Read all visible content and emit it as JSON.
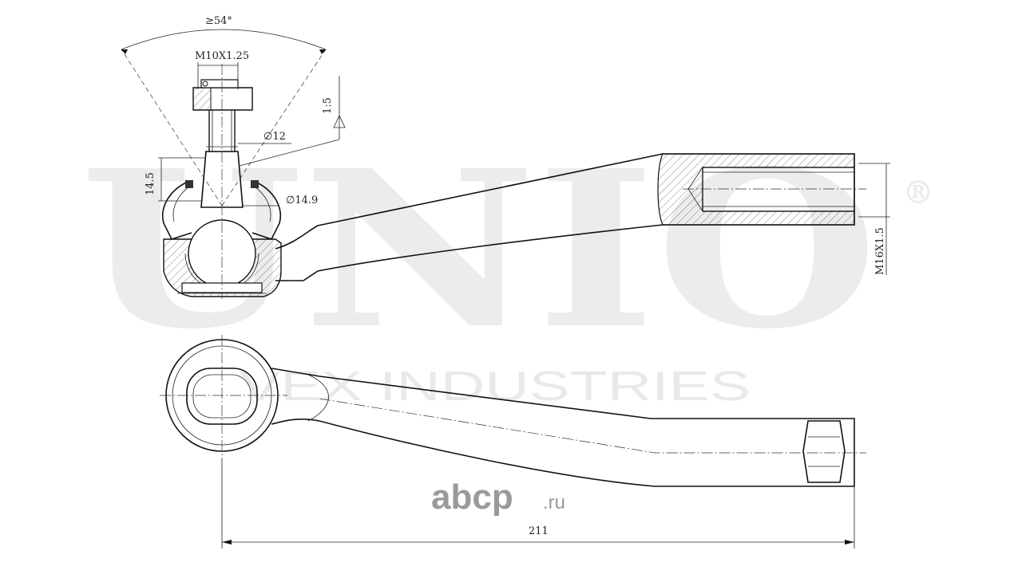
{
  "watermark": {
    "brand": "UNIO",
    "registered": "®",
    "subtitle": "VEX INDUSTRIES"
  },
  "dimensions": {
    "angle": "≥54°",
    "thread_top": "M10X1.25",
    "taper": "1:5",
    "dia_12": "∅12",
    "height_14_5": "14.5",
    "dia_14_9": "∅14.9",
    "thread_end": "M16X1.5",
    "length": "211"
  },
  "site_logo": {
    "name": "abcp",
    "tld": ".ru"
  },
  "colors": {
    "line": "#111111",
    "watermark": "#ececec",
    "logo": "#9a9a9a",
    "hatch": "#555555"
  }
}
